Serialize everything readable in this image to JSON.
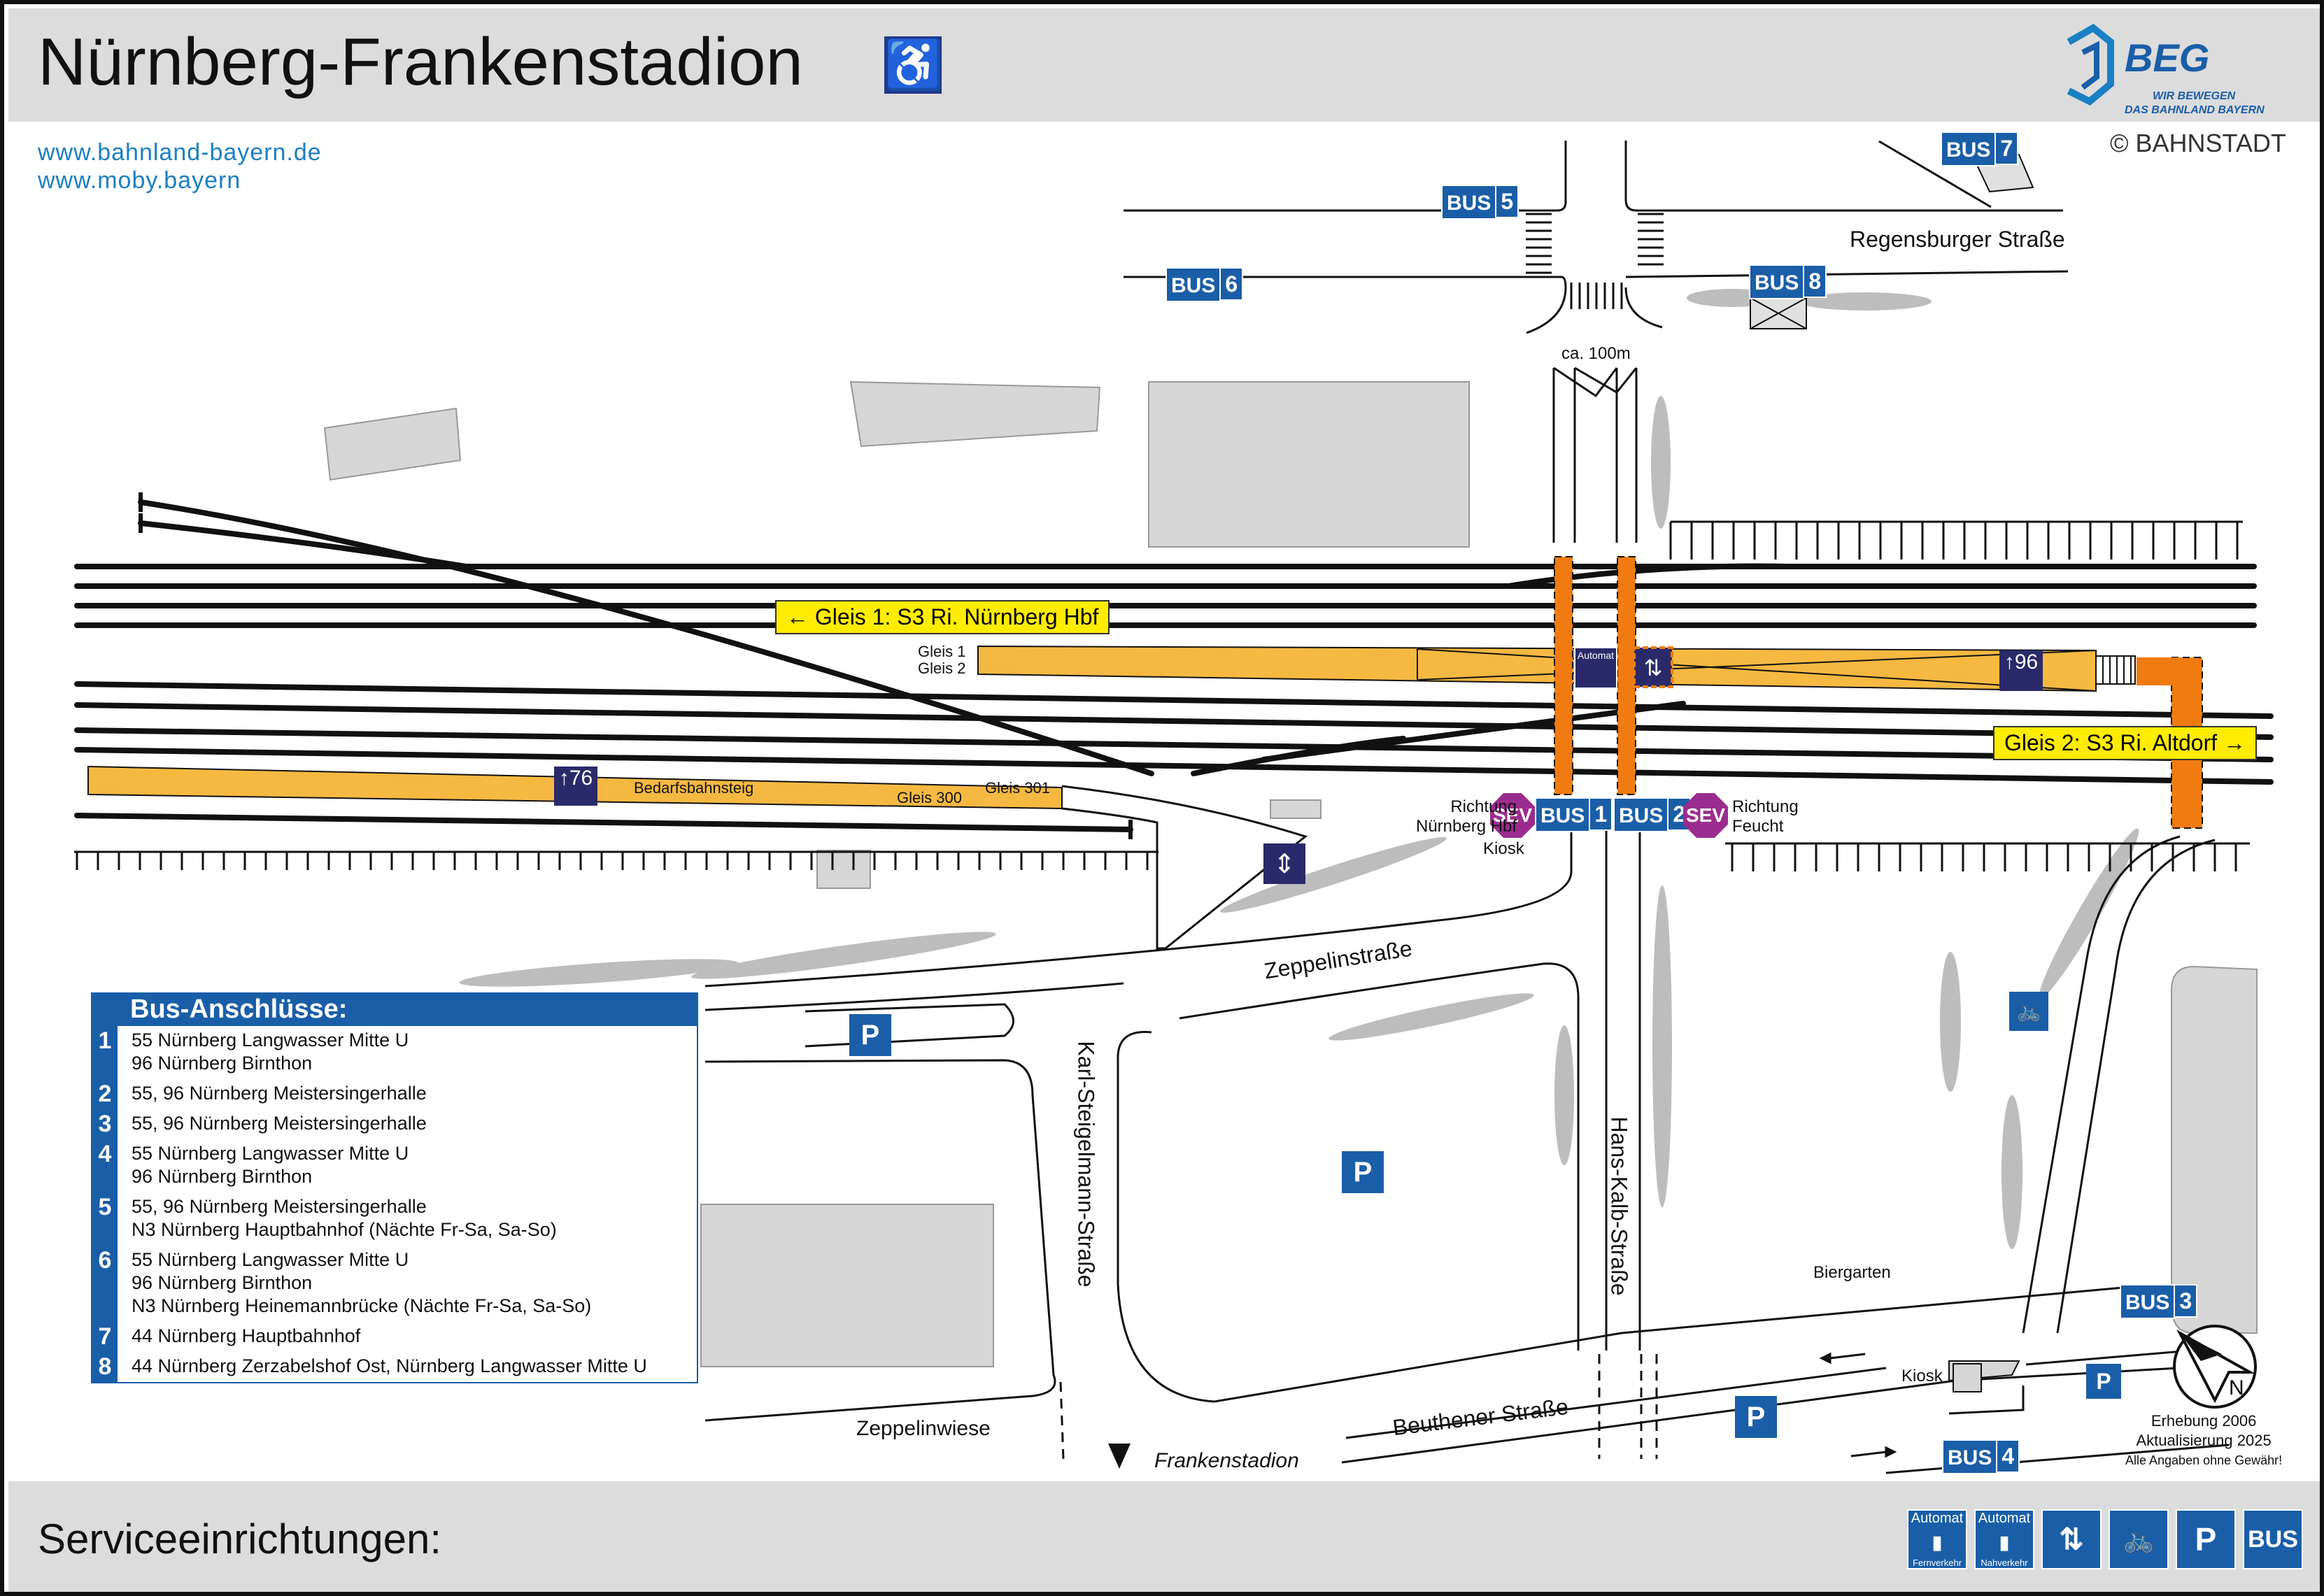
{
  "header": {
    "title": "Nürnberg-Frankenstadion",
    "wheelchair_icon": "wheelchair-icon",
    "logo_text": "BEG",
    "logo_tagline_1": "WIR BEWEGEN",
    "logo_tagline_2": "DAS BAHNLAND BAYERN",
    "copyright": "© BAHNSTADT"
  },
  "links": [
    "www.bahnland-bayern.de",
    "www.moby.bayern"
  ],
  "colors": {
    "platform": "#f5b942",
    "access": "#f07b10",
    "brand_blue": "#1a5ea8",
    "sev_purple": "#9b2c8f",
    "gleis_sign": "#ffec00",
    "building": "#d6d6d6",
    "trees": "#bdbdbd"
  },
  "map": {
    "streets": {
      "regensburger": "Regensburger Straße",
      "zeppelin": "Zeppelinstraße",
      "karl": "Karl-Steigelmann-Straße",
      "hans": "Hans-Kalb-Straße",
      "beuthener": "Beuthener Straße"
    },
    "distance": "ca. 100m",
    "gleis1_sign": "Gleis 1: S3 Ri. Nürnberg Hbf",
    "gleis2_sign": "Gleis 2: S3 Ri. Altdorf",
    "platform_gleis1": "Gleis 1",
    "platform_gleis2": "Gleis 2",
    "gleis300": "Gleis 300",
    "gleis301": "Gleis 301",
    "bedarf": "Bedarfsbahnsteig",
    "height_96": "96",
    "height_76": "76",
    "richtung_hbf_1": "Richtung",
    "richtung_hbf_2": "Nürnberg Hbf",
    "richtung_feucht_1": "Richtung",
    "richtung_feucht_2": "Feucht",
    "kiosk": "Kiosk",
    "biergarten": "Biergarten",
    "zeppelinwiese": "Zeppelinwiese",
    "frankenstadion": "Frankenstadion",
    "automat": "Automat",
    "sev": "SEV",
    "bus_label": "BUS",
    "parking": "P",
    "bus_stops": [
      "1",
      "2",
      "3",
      "4",
      "5",
      "6",
      "7",
      "8"
    ],
    "survey_1": "Erhebung 2006",
    "survey_2": "Aktualisierung 2025",
    "survey_3": "Alle Angaben ohne Gewähr!",
    "north_label": "N"
  },
  "bus_panel": {
    "title": "Bus-Anschlüsse:",
    "rows": [
      {
        "num": "1",
        "text": "55 Nürnberg Langwasser Mitte U\n96 Nürnberg Birnthon"
      },
      {
        "num": "2",
        "text": "55, 96 Nürnberg Meistersingerhalle"
      },
      {
        "num": "3",
        "text": "55, 96 Nürnberg Meistersingerhalle"
      },
      {
        "num": "4",
        "text": "55 Nürnberg Langwasser Mitte U\n96 Nürnberg Birnthon"
      },
      {
        "num": "5",
        "text": "55, 96 Nürnberg Meistersingerhalle\nN3 Nürnberg Hauptbahnhof (Nächte Fr-Sa, Sa-So)"
      },
      {
        "num": "6",
        "text": "55 Nürnberg Langwasser Mitte U\n96 Nürnberg Birnthon\nN3 Nürnberg Heinemannbrücke (Nächte Fr-Sa, Sa-So)"
      },
      {
        "num": "7",
        "text": "44 Nürnberg Hauptbahnhof"
      },
      {
        "num": "8",
        "text": "44 Nürnberg Zerzabelshof Ost, Nürnberg Langwasser Mitte U"
      }
    ]
  },
  "footer": {
    "title": "Serviceeinrichtungen:",
    "items": [
      {
        "name": "ticket-machine-long-distance",
        "label_top": "Automat",
        "label_bottom": "Fernverkehr"
      },
      {
        "name": "ticket-machine-local",
        "label_top": "Automat",
        "label_bottom": "Nahverkehr"
      },
      {
        "name": "elevator-icon",
        "glyph": "⇅"
      },
      {
        "name": "bike-parking-icon",
        "glyph": "🚲"
      },
      {
        "name": "parking-icon",
        "glyph": "P"
      },
      {
        "name": "bus-icon",
        "glyph": "BUS"
      }
    ]
  }
}
